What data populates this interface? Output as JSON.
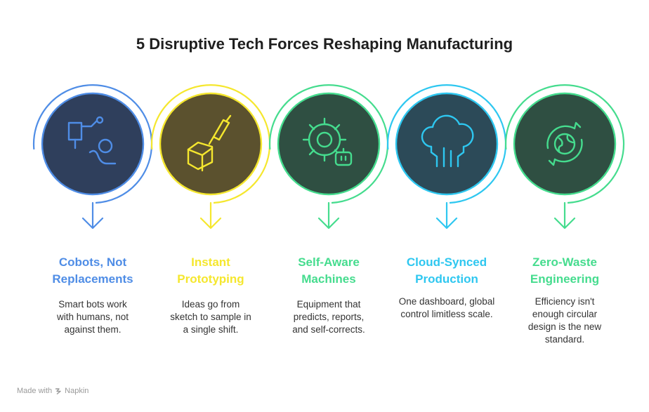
{
  "title": "5 Disruptive Tech Forces Reshaping Manufacturing",
  "items": [
    {
      "heading": [
        "Cobots, Not",
        "Replacements"
      ],
      "description": [
        "Smart bots work",
        "with humans, not",
        "against them."
      ],
      "color": "#4f8de6",
      "fill": "#2f3f5c",
      "icon": "robot-arm-with-person-icon"
    },
    {
      "heading": [
        "Instant",
        "Prototyping"
      ],
      "description": [
        "Ideas go from",
        "sketch to sample in",
        "a single shift."
      ],
      "color": "#f5e72e",
      "fill": "#5b512e",
      "icon": "3d-printer-cube-icon"
    },
    {
      "heading": [
        "Self-Aware",
        "Machines"
      ],
      "description": [
        "Equipment that",
        "predicts, reports,",
        "and self-corrects."
      ],
      "color": "#45dc8e",
      "fill": "#2f4f42",
      "icon": "gear-with-robot-icon"
    },
    {
      "heading": [
        "Cloud-Synced",
        "Production"
      ],
      "description": [
        "One dashboard, global",
        "control limitless scale."
      ],
      "color": "#2ec7f0",
      "fill": "#2c4a58",
      "icon": "cloud-circuit-icon"
    },
    {
      "heading": [
        "Zero-Waste",
        "Engineering"
      ],
      "description": [
        "Efficiency isn't",
        "enough circular",
        "design is the new",
        "standard."
      ],
      "color": "#45dc8e",
      "fill": "#2f4f42",
      "icon": "recycling-globe-icon"
    }
  ],
  "footer": {
    "made_with": "Made with",
    "brand": "Napkin"
  }
}
